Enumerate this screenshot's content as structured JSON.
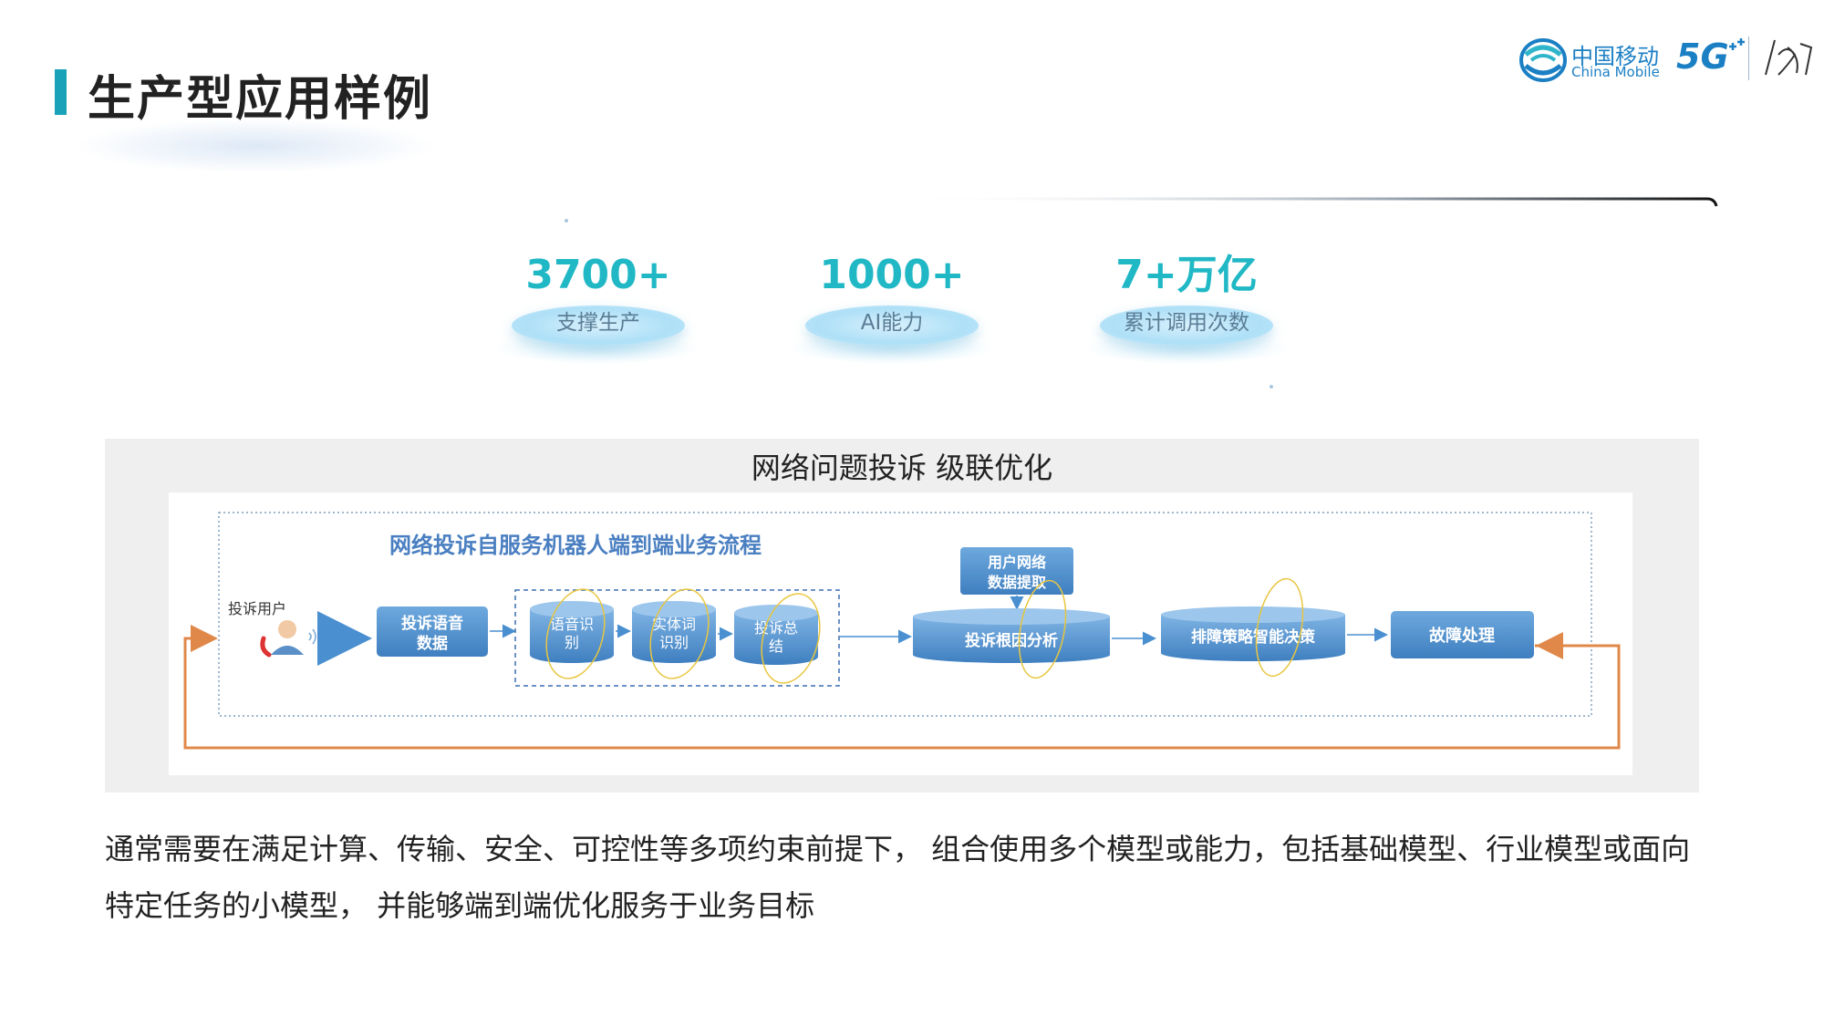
{
  "header": {
    "title": "生产型应用样例"
  },
  "logo": {
    "brand_cn": "中国移动",
    "brand_en": "China Mobile",
    "badge": "5G"
  },
  "stats": [
    {
      "value": "3700+",
      "label": "支撑生产"
    },
    {
      "value": "1000+",
      "label": "AI能力"
    },
    {
      "value": "7+万亿",
      "label": "累计调用次数"
    }
  ],
  "panel": {
    "title": "网络问题投诉 级联优化"
  },
  "diagram": {
    "heading": "网络投诉自服务机器人端到端业务流程",
    "user_label": "投诉用户",
    "voice_box": [
      "投诉语音",
      "数据"
    ],
    "asr": [
      "语音识",
      "别"
    ],
    "entity": [
      "实体词",
      "识别"
    ],
    "summary": [
      "投诉总",
      "结"
    ],
    "extract": [
      "用户网络",
      "数据提取"
    ],
    "root_cause": "投诉根因分析",
    "decision": "排障策略智能决策",
    "handling": "故障处理"
  },
  "body": {
    "paragraph": "通常需要在满足计算、传输、安全、可控性等多项约束前提下， 组合使用多个模型或能力，包括基础模型、行业模型或面向特定任务的小模型， 并能够端到端优化服务于业务目标"
  },
  "colors": {
    "accent": "#1aa3b8",
    "stat_number": "#21b8c6",
    "brand_blue": "#1b7fc4",
    "node_blue": "#4a8fd0",
    "loop_orange": "#e0884a"
  }
}
